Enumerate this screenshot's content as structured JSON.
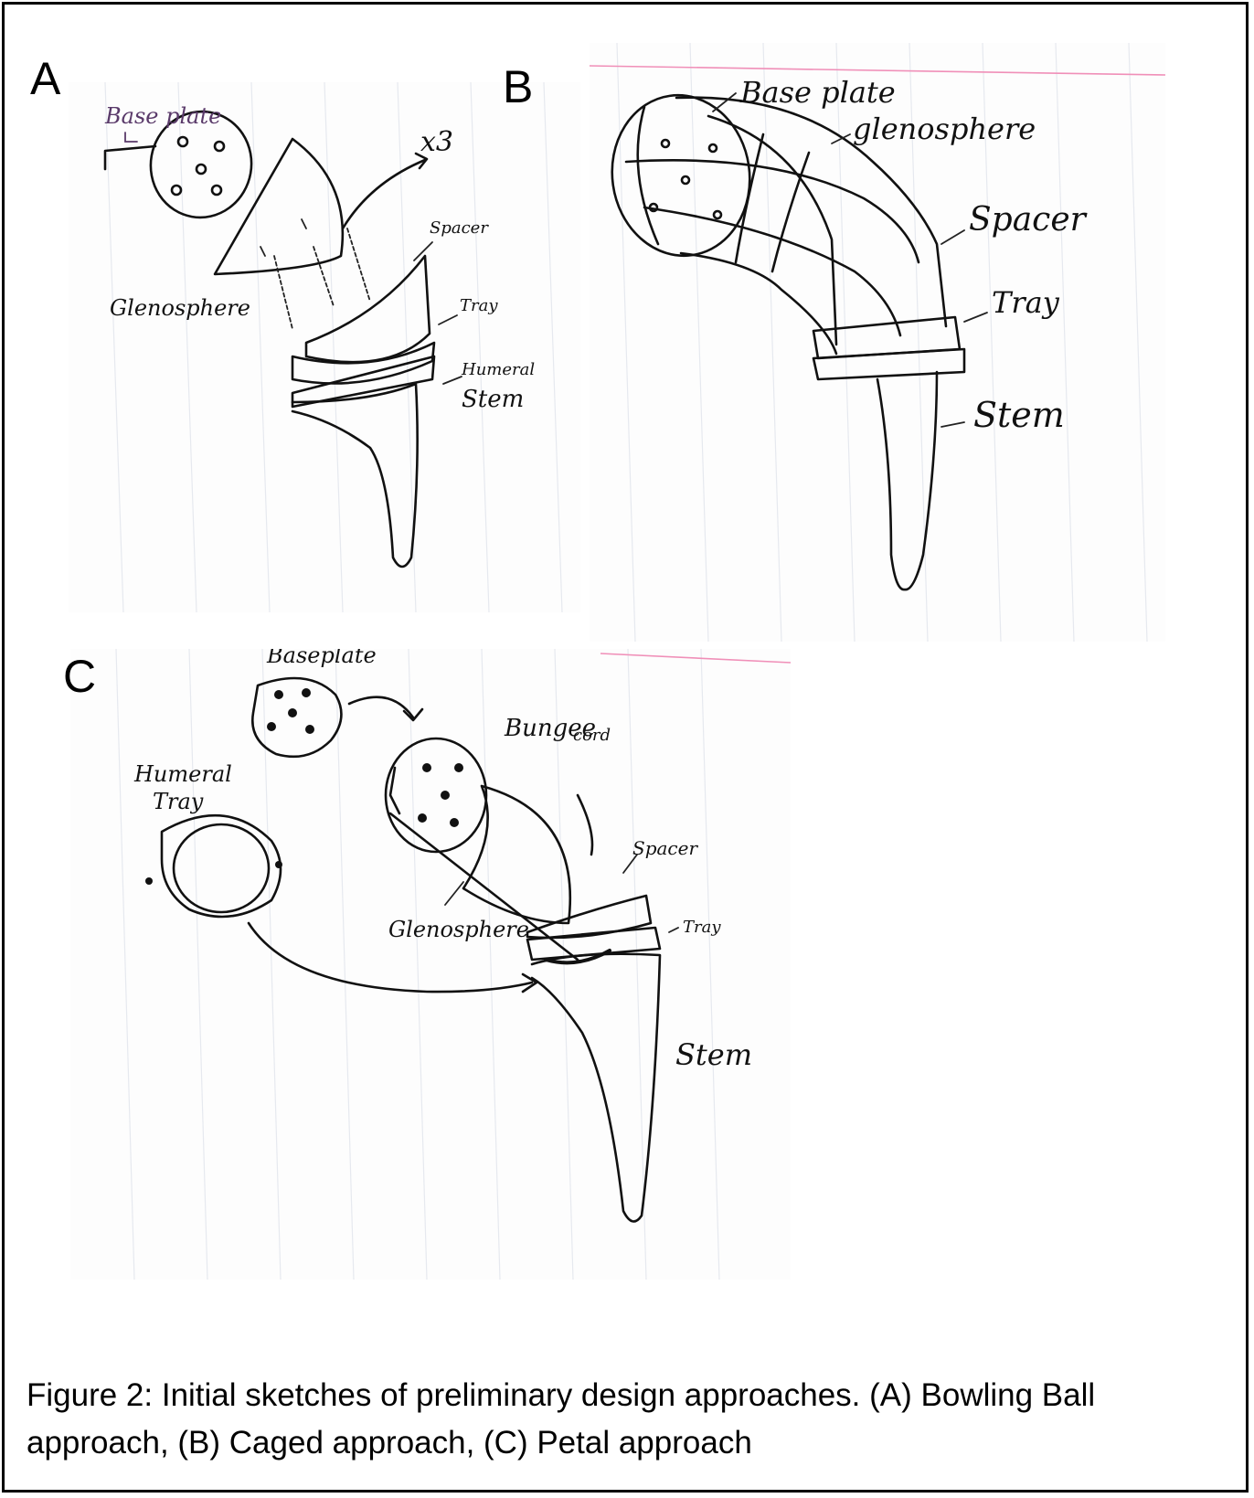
{
  "panels": {
    "a": {
      "letter": "A",
      "labels": {
        "baseplate": "Base plate",
        "x3": "x3",
        "glenosphere": "Glenosphere",
        "spacer": "Spacer",
        "tray": "Tray",
        "humeral": "Humeral",
        "stem": "Stem"
      }
    },
    "b": {
      "letter": "B",
      "labels": {
        "baseplate": "Base plate",
        "glenosphere": "glenosphere",
        "spacer": "Spacer",
        "tray": "Tray",
        "stem": "Stem"
      }
    },
    "c": {
      "letter": "C",
      "labels": {
        "baseplate": "Baseplate",
        "bungee": "Bungee",
        "cord": "cord",
        "humeral": "Humeral",
        "tray_label": "Tray",
        "spacer": "Spacer",
        "glenosphere": "Glenosphere",
        "tray": "Tray",
        "stem": "Stem"
      }
    }
  },
  "caption": {
    "line1": "Figure 2: Initial sketches of preliminary design approaches. (A) Bowling Ball",
    "line2": "approach, (B) Caged approach, (C) Petal approach"
  },
  "colors": {
    "ink": "#111111",
    "ruled_line": "#e6e9ef",
    "margin_line": "#f08fb8",
    "purple_ink": "#5a3a6a"
  }
}
